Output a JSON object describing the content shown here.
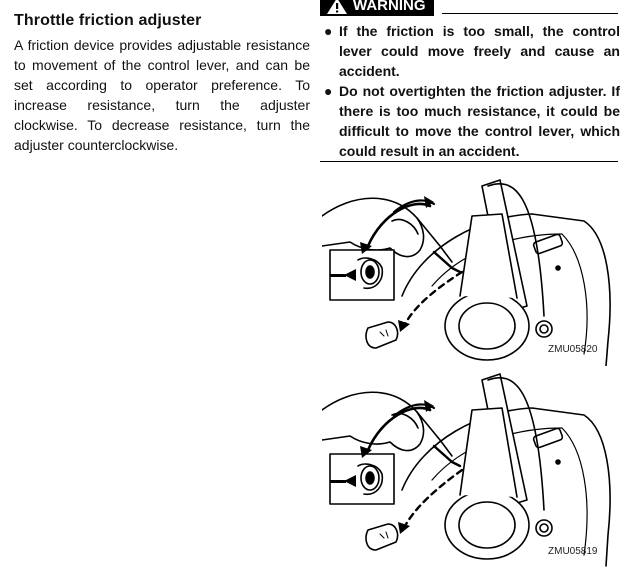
{
  "section": {
    "title": "Throttle friction adjuster",
    "body": "A friction device provides adjustable resistance to movement of the control lever, and can be set according to operator preference. To increase resistance, turn the adjuster clockwise. To decrease resistance, turn the adjuster counterclockwise."
  },
  "warning": {
    "label": "WARNING",
    "items": [
      {
        "bullet": "●",
        "text": "If the friction is too small, the control lever could move freely and cause an accident."
      },
      {
        "bullet": "●",
        "text": "Do not overtighten the friction adjuster. If there is too much resistance, it could be difficult to move the control lever, which could result in an accident."
      }
    ]
  },
  "figures": [
    {
      "code": "ZMU05820"
    },
    {
      "code": "ZMU05819"
    }
  ]
}
